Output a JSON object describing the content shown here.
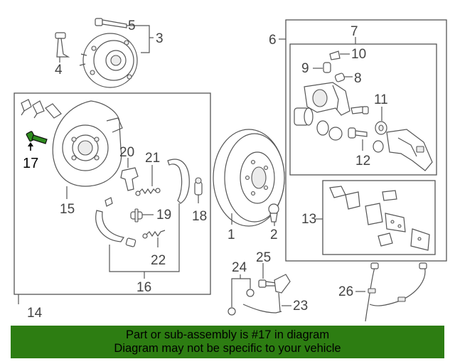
{
  "callouts": {
    "c1": "1",
    "c2": "2",
    "c3": "3",
    "c4": "4",
    "c5": "5",
    "c6": "6",
    "c7": "7",
    "c8": "8",
    "c9": "9",
    "c10": "10",
    "c11": "11",
    "c12": "12",
    "c13": "13",
    "c14": "14",
    "c15": "15",
    "c16": "16",
    "c17": "17",
    "c18": "18",
    "c19": "19",
    "c20": "20",
    "c21": "21",
    "c22": "22",
    "c23": "23",
    "c24": "24",
    "c25": "25",
    "c26": "26"
  },
  "highlighted_part": "17",
  "colors": {
    "highlight": "#2e8b1e",
    "banner_bg": "#2d7d12"
  },
  "banner": {
    "line1": "Part or sub-assembly is #17 in diagram",
    "line2": "Diagram may not be specific to your vehicle"
  }
}
